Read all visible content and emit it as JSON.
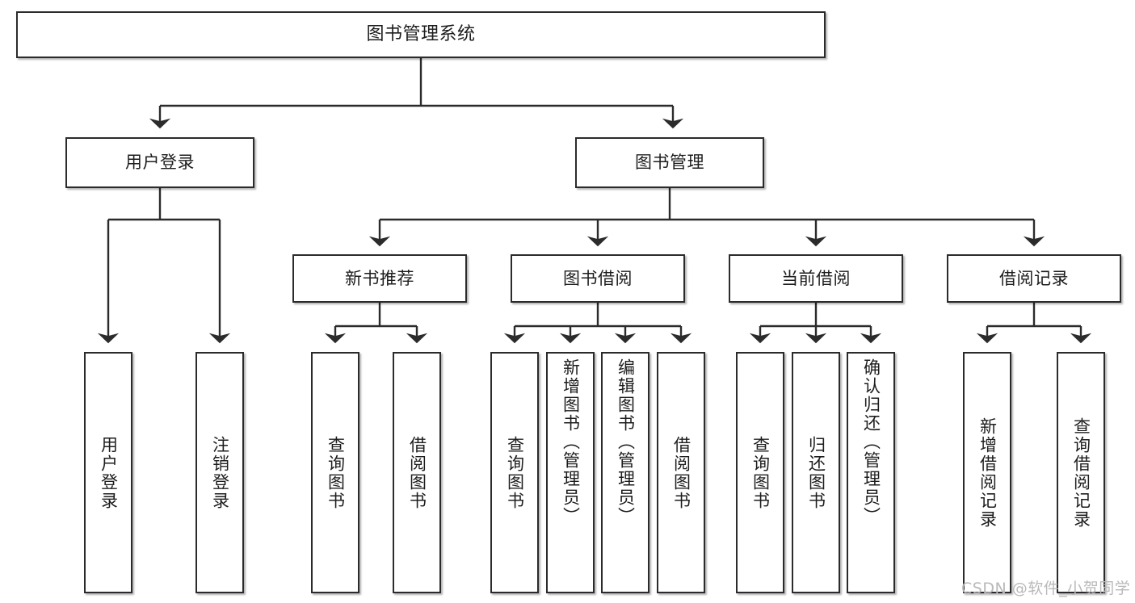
{
  "diagram": {
    "title": "图书管理系统",
    "type": "tree-hierarchy-chart",
    "colors": {
      "box_border": "#2b2b2b",
      "box_fill": "#ffffff",
      "edge": "#2b2b2b",
      "text": "#1d1d1d",
      "watermark": "#b9b9b9"
    }
  },
  "watermark": {
    "text": "CSDN @软件_小贺同学"
  },
  "nodes": {
    "root": {
      "label": "图书管理系统"
    },
    "level2": [
      {
        "label": "用户登录"
      },
      {
        "label": "图书管理"
      }
    ],
    "level3": [
      {
        "label": "新书推荐"
      },
      {
        "label": "图书借阅"
      },
      {
        "label": "当前借阅"
      },
      {
        "label": "借阅记录"
      }
    ],
    "leaves": {
      "user_login": [
        {
          "label": "用户登录"
        },
        {
          "label": "注销登录"
        }
      ],
      "new_book_recommend": [
        {
          "label": "查询图书"
        },
        {
          "label": "借阅图书"
        }
      ],
      "book_borrow": [
        {
          "label": "查询图书"
        },
        {
          "label": "新增图书（管理员）"
        },
        {
          "label": "编辑图书（管理员）"
        },
        {
          "label": "借阅图书"
        }
      ],
      "current_borrow": [
        {
          "label": "查询图书"
        },
        {
          "label": "归还图书"
        },
        {
          "label": "确认归还（管理员）"
        }
      ],
      "borrow_record": [
        {
          "label": "新增借阅记录"
        },
        {
          "label": "查询借阅记录"
        }
      ]
    }
  }
}
